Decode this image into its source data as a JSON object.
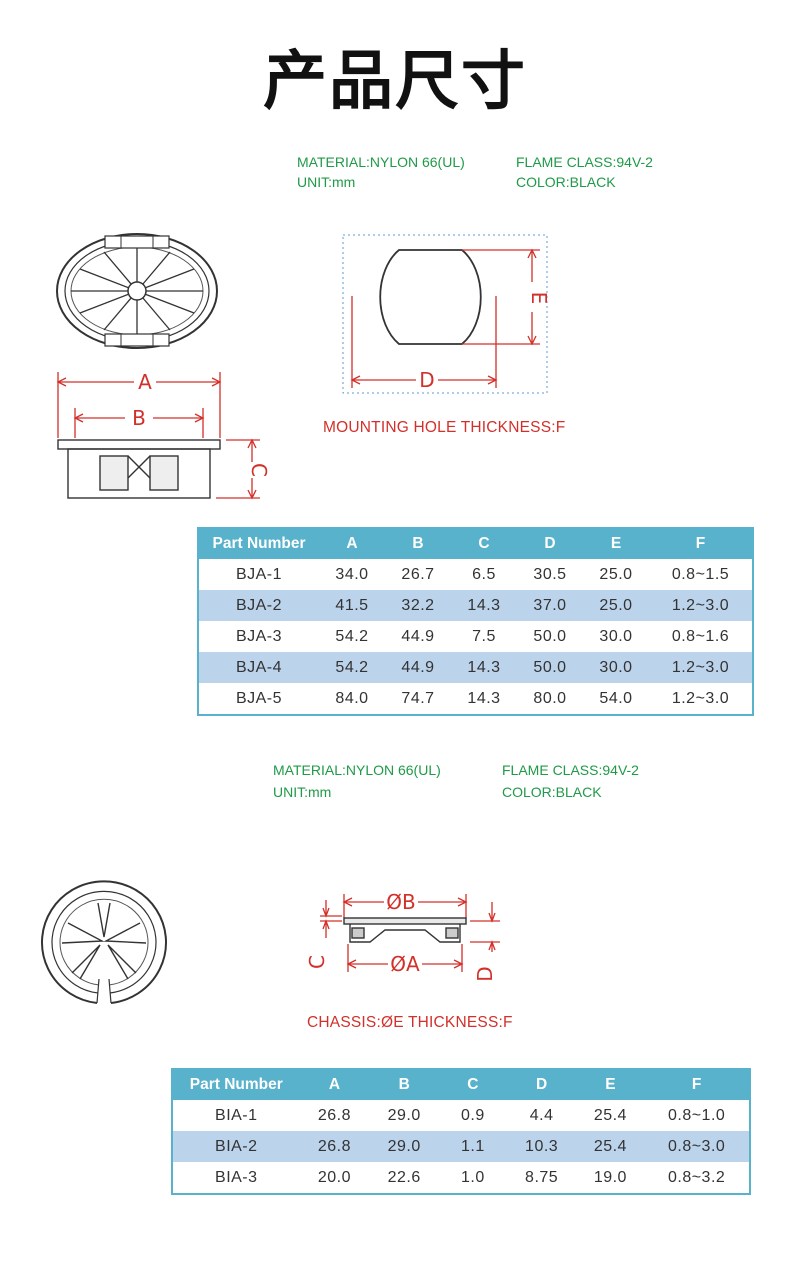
{
  "page": {
    "title": "产品尺寸"
  },
  "section1": {
    "spec": {
      "material": "MATERIAL:NYLON 66(UL)",
      "unit": "UNIT:mm",
      "flame": "FLAME CLASS:94V-2",
      "color": "COLOR:BLACK"
    },
    "labels": {
      "a": "A",
      "b": "B",
      "c": "C",
      "d": "D",
      "e": "E"
    },
    "note": "MOUNTING HOLE   THICKNESS:F",
    "table": {
      "headers": [
        "Part Number",
        "A",
        "B",
        "C",
        "D",
        "E",
        "F"
      ],
      "rows": [
        [
          "BJA-1",
          "34.0",
          "26.7",
          "6.5",
          "30.5",
          "25.0",
          "0.8~1.5"
        ],
        [
          "BJA-2",
          "41.5",
          "32.2",
          "14.3",
          "37.0",
          "25.0",
          "1.2~3.0"
        ],
        [
          "BJA-3",
          "54.2",
          "44.9",
          "7.5",
          "50.0",
          "30.0",
          "0.8~1.6"
        ],
        [
          "BJA-4",
          "54.2",
          "44.9",
          "14.3",
          "50.0",
          "30.0",
          "1.2~3.0"
        ],
        [
          "BJA-5",
          "84.0",
          "74.7",
          "14.3",
          "80.0",
          "54.0",
          "1.2~3.0"
        ]
      ]
    }
  },
  "section2": {
    "spec": {
      "material": "MATERIAL:NYLON 66(UL)",
      "unit": "UNIT:mm",
      "flame": "FLAME CLASS:94V-2",
      "color": "COLOR:BLACK"
    },
    "labels": {
      "b": "ØB",
      "a": "ØA",
      "c": "C",
      "d": "D"
    },
    "note": "CHASSIS:ØE   THICKNESS:F",
    "table": {
      "headers": [
        "Part Number",
        "A",
        "B",
        "C",
        "D",
        "E",
        "F"
      ],
      "rows": [
        [
          "BIA-1",
          "26.8",
          "29.0",
          "0.9",
          "4.4",
          "25.4",
          "0.8~1.0"
        ],
        [
          "BIA-2",
          "26.8",
          "29.0",
          "1.1",
          "10.3",
          "25.4",
          "0.8~3.0"
        ],
        [
          "BIA-3",
          "20.0",
          "22.6",
          "1.0",
          "8.75",
          "19.0",
          "0.8~3.2"
        ]
      ]
    }
  },
  "colors": {
    "spec_green": "#1f9a48",
    "dimension_red": "#d2302a",
    "table_header": "#58b2cb",
    "table_alt_row": "#bcd3ec"
  }
}
